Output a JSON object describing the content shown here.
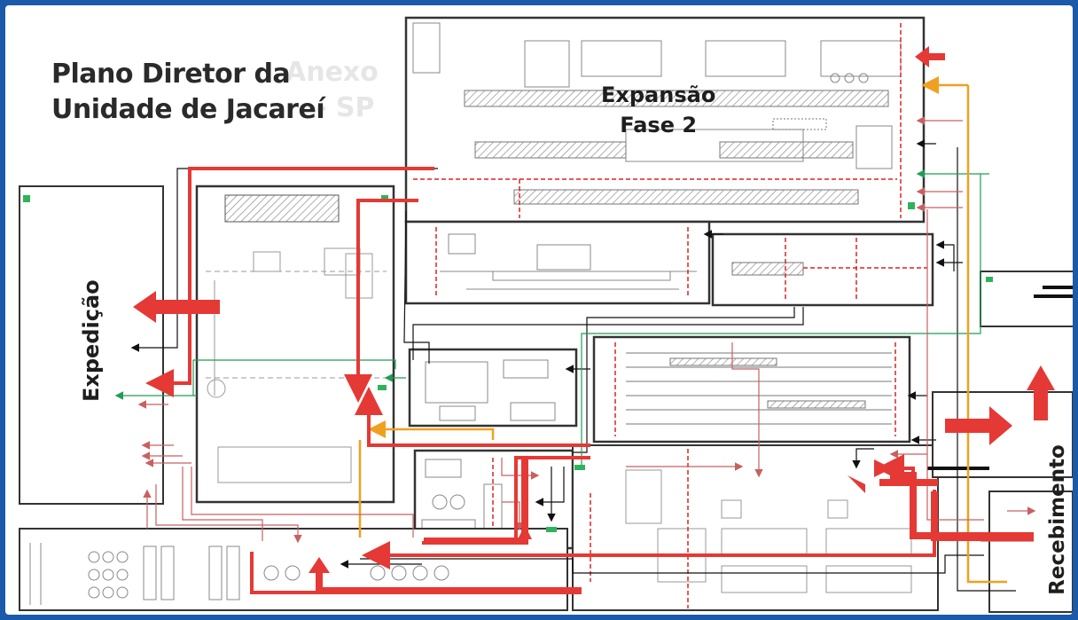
{
  "title": {
    "line1": "Plano Diretor da",
    "line2": "Unidade de Jacareí"
  },
  "labels": {
    "expansao_line1": "Expansão",
    "expansao_line2": "Fase 2",
    "expedicao": "Expedição",
    "recebimento": "Recebimento"
  },
  "colors": {
    "frame": "#1a5aa8",
    "flow_red": "#e53935",
    "flow_black": "#111111",
    "flow_green": "#1e9e55",
    "flow_orange": "#f0a020",
    "wall_dashed_red": "#e02020",
    "building_outline": "#333333",
    "hatch_gray": "#b5b5b5"
  },
  "arrow_legend": [
    "red-flow-arrow",
    "black-flow-arrow",
    "green-flow-arrow",
    "orange-flow-arrow"
  ]
}
